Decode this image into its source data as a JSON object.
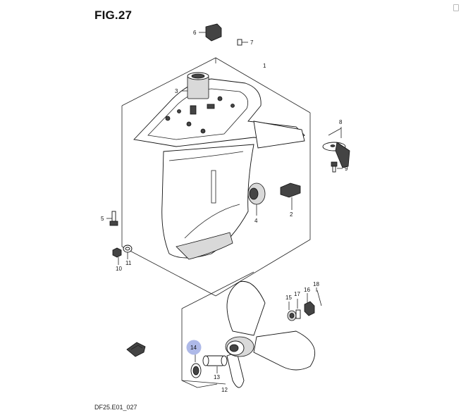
{
  "figure": {
    "title": "FIG.27",
    "footer": "DF25.E01_027"
  },
  "highlight_color": "#aeb9e8",
  "callouts": [
    {
      "id": "c1",
      "label": "1"
    },
    {
      "id": "c2",
      "label": "2"
    },
    {
      "id": "c3",
      "label": "3"
    },
    {
      "id": "c4",
      "label": "4"
    },
    {
      "id": "c5",
      "label": "5"
    },
    {
      "id": "c6",
      "label": "6"
    },
    {
      "id": "c7",
      "label": "7"
    },
    {
      "id": "c8",
      "label": "8"
    },
    {
      "id": "c9",
      "label": "9"
    },
    {
      "id": "c10",
      "label": "10"
    },
    {
      "id": "c11",
      "label": "11"
    },
    {
      "id": "c12",
      "label": "12"
    },
    {
      "id": "c13",
      "label": "13"
    },
    {
      "id": "c14",
      "label": "14",
      "highlighted": true
    },
    {
      "id": "c15",
      "label": "15"
    },
    {
      "id": "c16",
      "label": "16"
    },
    {
      "id": "c17",
      "label": "17"
    },
    {
      "id": "c18",
      "label": "18"
    }
  ]
}
